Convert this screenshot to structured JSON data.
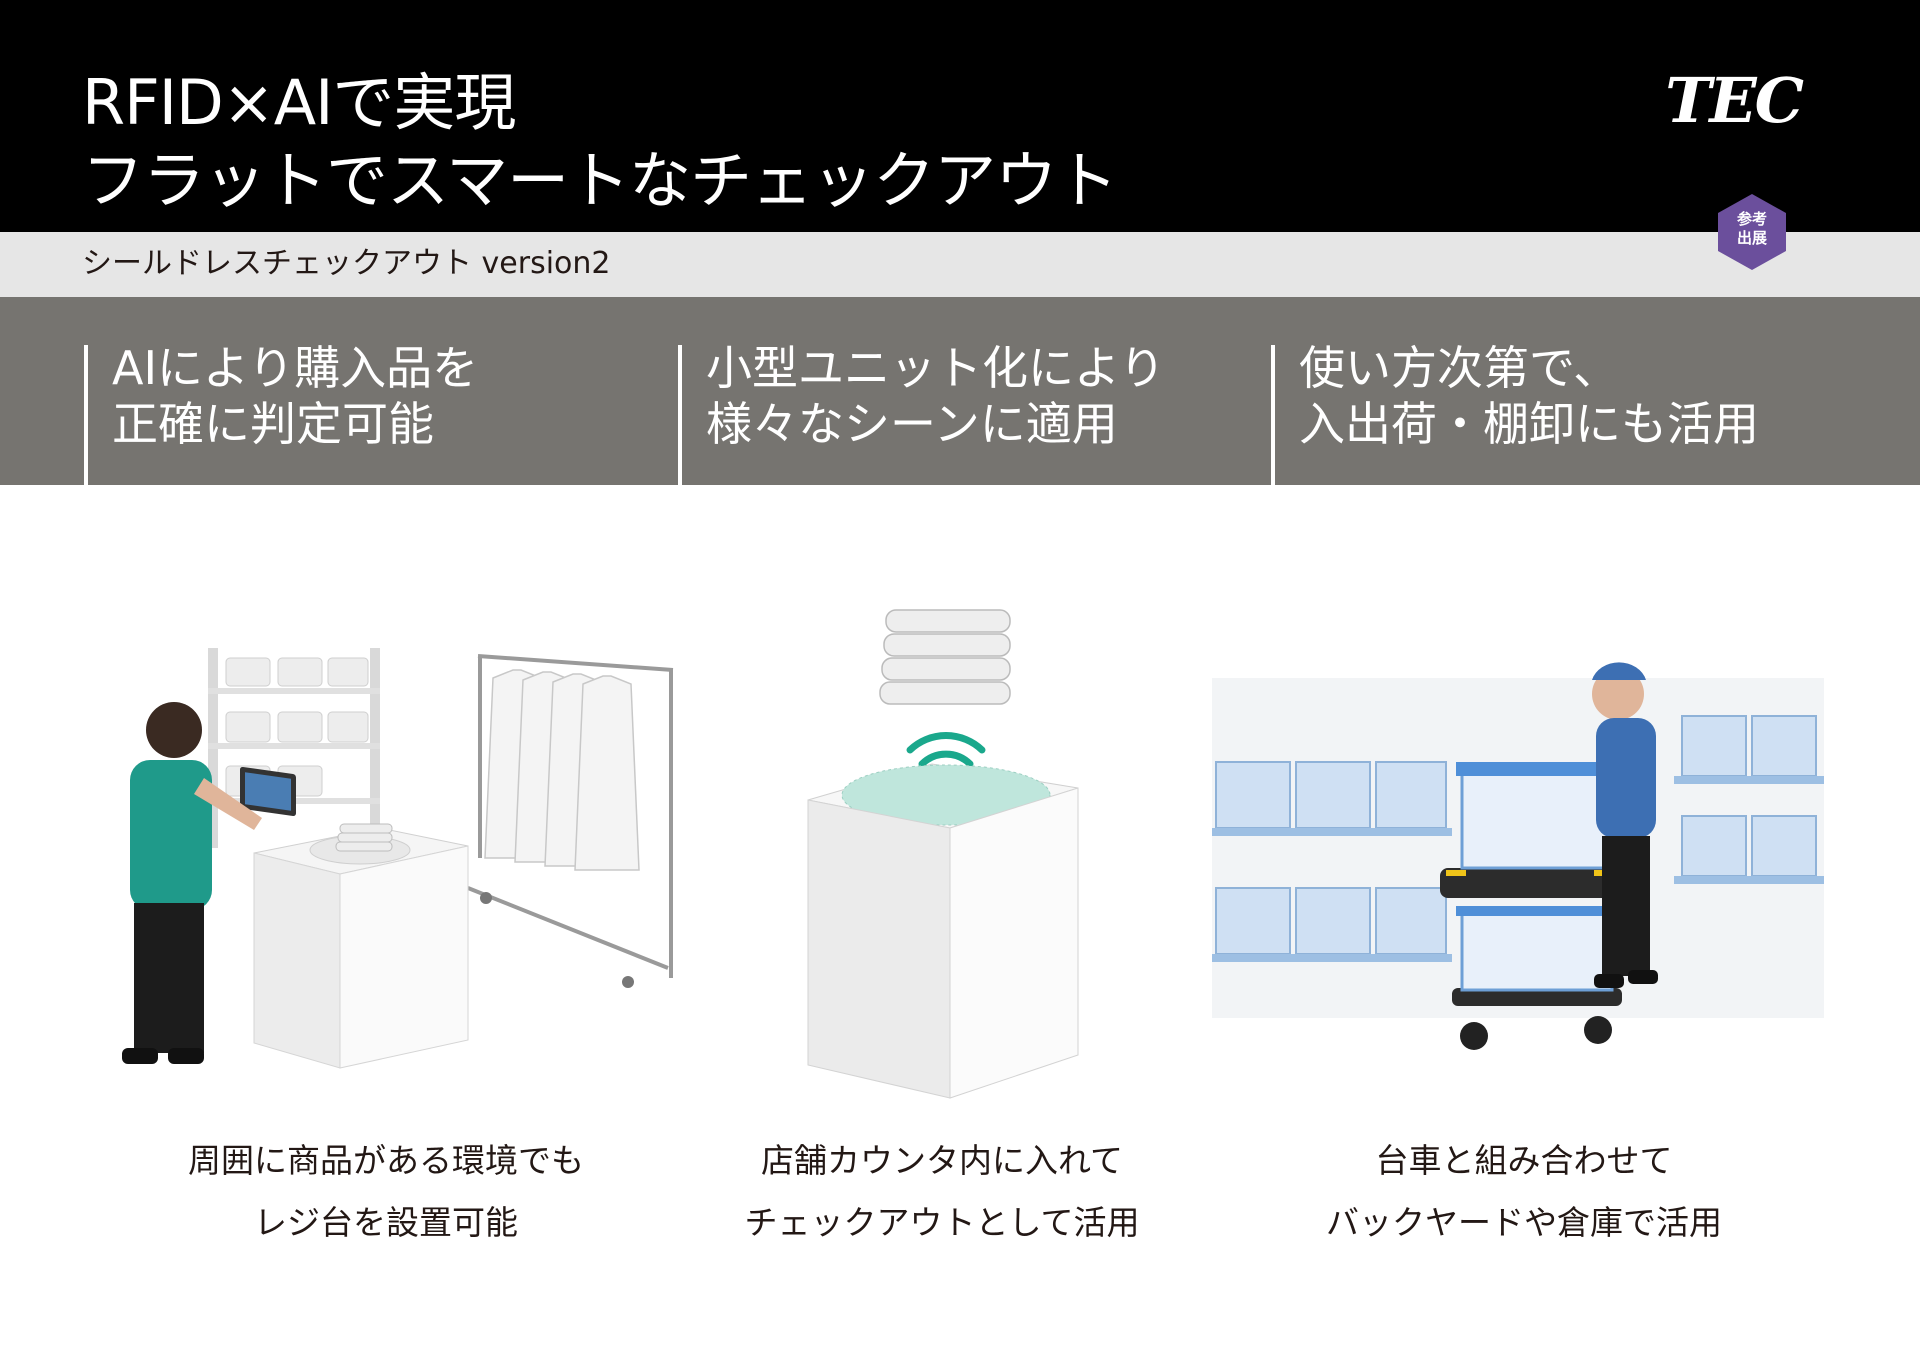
{
  "header": {
    "title_line1": "RFID×AIで実現",
    "title_line2": "フラットでスマートなチェックアウト",
    "logo": "TEC",
    "background": "#000000"
  },
  "subtitle": "シールドレスチェックアウト version2",
  "badge": {
    "line1": "参考",
    "line2": "出展",
    "color": "#6b4f9c"
  },
  "features": [
    {
      "line1": "AIにより購入品を",
      "line2": "正確に判定可能"
    },
    {
      "line1": "小型ユニット化により",
      "line2": "様々なシーンに適用"
    },
    {
      "line1": "使い方次第で、",
      "line2": "入出荷・棚卸にも活用"
    }
  ],
  "illustrations": [
    {
      "icon": "store-checkout-illustration"
    },
    {
      "icon": "rfid-reader-unit-illustration",
      "accent": "#1aa88c"
    },
    {
      "icon": "warehouse-cart-illustration"
    }
  ],
  "captions": [
    {
      "line1": "周囲に商品がある環境でも",
      "line2": "レジ台を設置可能"
    },
    {
      "line1": "店舗カウンタ内に入れて",
      "line2": "チェックアウトとして活用"
    },
    {
      "line1": "台車と組み合わせて",
      "line2": "バックヤードや倉庫で活用"
    }
  ]
}
